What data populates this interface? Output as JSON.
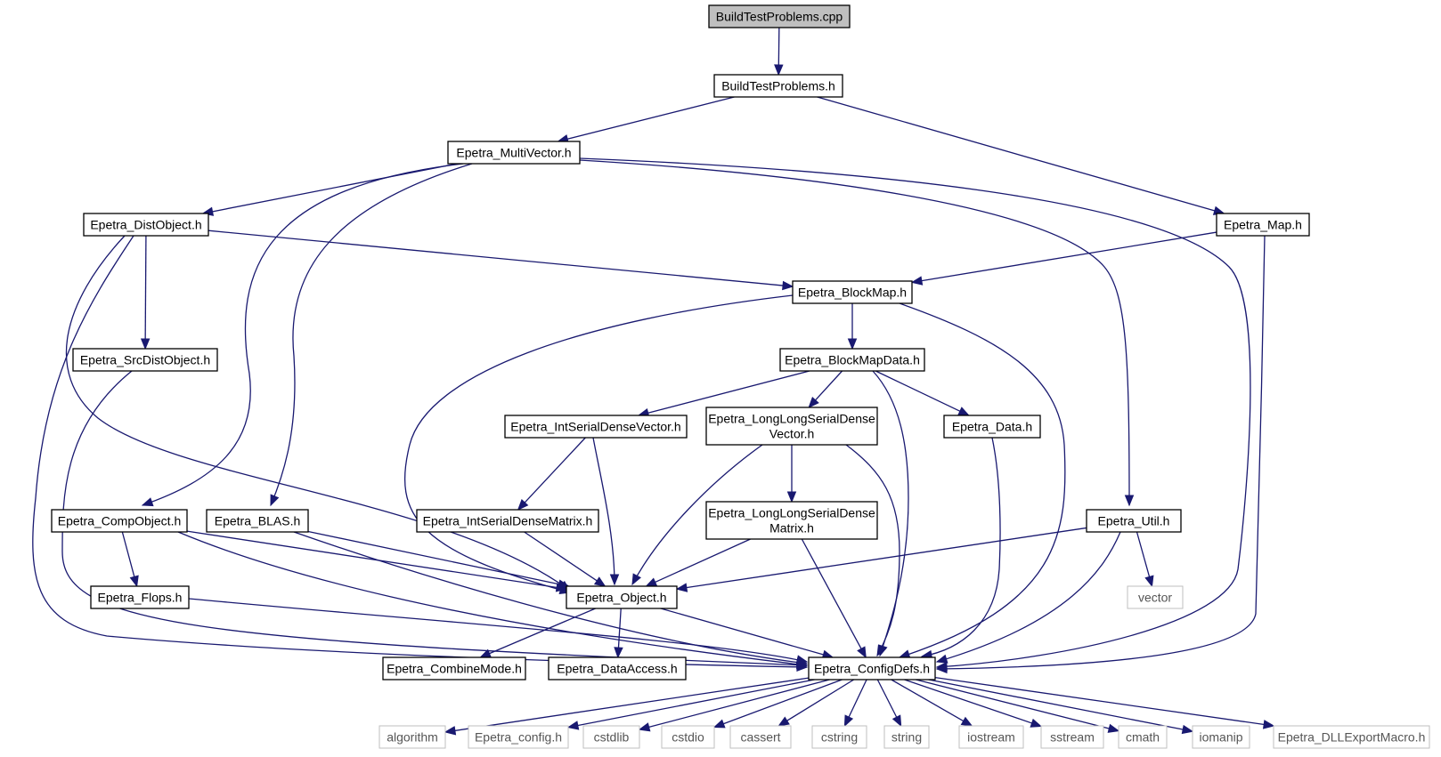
{
  "diagram": {
    "type": "include-dependency-graph",
    "colors": {
      "edge": "#191970",
      "root_fill": "#bfbfbf",
      "node_border": "#000000",
      "system_border": "#bfbfbf",
      "system_text": "#555555"
    },
    "nodes": [
      {
        "id": "n_root",
        "label": "BuildTestProblems.cpp",
        "kind": "root"
      },
      {
        "id": "n_btph",
        "label": "BuildTestProblems.h",
        "kind": "file"
      },
      {
        "id": "n_mv",
        "label": "Epetra_MultiVector.h",
        "kind": "file"
      },
      {
        "id": "n_map",
        "label": "Epetra_Map.h",
        "kind": "file"
      },
      {
        "id": "n_dist",
        "label": "Epetra_DistObject.h",
        "kind": "file"
      },
      {
        "id": "n_bmap",
        "label": "Epetra_BlockMap.h",
        "kind": "file"
      },
      {
        "id": "n_src",
        "label": "Epetra_SrcDistObject.h",
        "kind": "file"
      },
      {
        "id": "n_bmd",
        "label": "Epetra_BlockMapData.h",
        "kind": "file"
      },
      {
        "id": "n_isdv",
        "label": "Epetra_IntSerialDenseVector.h",
        "kind": "file"
      },
      {
        "id": "n_llv",
        "label": [
          "Epetra_LongLongSerialDense",
          "Vector.h"
        ],
        "kind": "file"
      },
      {
        "id": "n_data",
        "label": "Epetra_Data.h",
        "kind": "file"
      },
      {
        "id": "n_comp",
        "label": "Epetra_CompObject.h",
        "kind": "file"
      },
      {
        "id": "n_blas",
        "label": "Epetra_BLAS.h",
        "kind": "file"
      },
      {
        "id": "n_isdm",
        "label": "Epetra_IntSerialDenseMatrix.h",
        "kind": "file"
      },
      {
        "id": "n_llm",
        "label": [
          "Epetra_LongLongSerialDense",
          "Matrix.h"
        ],
        "kind": "file"
      },
      {
        "id": "n_util",
        "label": "Epetra_Util.h",
        "kind": "file"
      },
      {
        "id": "n_flops",
        "label": "Epetra_Flops.h",
        "kind": "file"
      },
      {
        "id": "n_obj",
        "label": "Epetra_Object.h",
        "kind": "file"
      },
      {
        "id": "n_vector",
        "label": "vector",
        "kind": "system"
      },
      {
        "id": "n_comb",
        "label": "Epetra_CombineMode.h",
        "kind": "file"
      },
      {
        "id": "n_acc",
        "label": "Epetra_DataAccess.h",
        "kind": "file"
      },
      {
        "id": "n_cfg",
        "label": "Epetra_ConfigDefs.h",
        "kind": "file"
      },
      {
        "id": "n_algo",
        "label": "algorithm",
        "kind": "system"
      },
      {
        "id": "n_ecfg",
        "label": "Epetra_config.h",
        "kind": "system"
      },
      {
        "id": "n_cstdlib",
        "label": "cstdlib",
        "kind": "system"
      },
      {
        "id": "n_cstdio",
        "label": "cstdio",
        "kind": "system"
      },
      {
        "id": "n_cassert",
        "label": "cassert",
        "kind": "system"
      },
      {
        "id": "n_cstring",
        "label": "cstring",
        "kind": "system"
      },
      {
        "id": "n_string",
        "label": "string",
        "kind": "system"
      },
      {
        "id": "n_iostream",
        "label": "iostream",
        "kind": "system"
      },
      {
        "id": "n_sstream",
        "label": "sstream",
        "kind": "system"
      },
      {
        "id": "n_cmath",
        "label": "cmath",
        "kind": "system"
      },
      {
        "id": "n_iomanip",
        "label": "iomanip",
        "kind": "system"
      },
      {
        "id": "n_dll",
        "label": "Epetra_DLLExportMacro.h",
        "kind": "system"
      }
    ],
    "edges": [
      [
        "n_root",
        "n_btph"
      ],
      [
        "n_btph",
        "n_mv"
      ],
      [
        "n_btph",
        "n_map"
      ],
      [
        "n_mv",
        "n_dist"
      ],
      [
        "n_mv",
        "n_comp"
      ],
      [
        "n_mv",
        "n_blas"
      ],
      [
        "n_mv",
        "n_util"
      ],
      [
        "n_mv",
        "n_cfg"
      ],
      [
        "n_map",
        "n_bmap"
      ],
      [
        "n_map",
        "n_cfg"
      ],
      [
        "n_dist",
        "n_bmap"
      ],
      [
        "n_dist",
        "n_src"
      ],
      [
        "n_dist",
        "n_obj"
      ],
      [
        "n_dist",
        "n_cfg"
      ],
      [
        "n_bmap",
        "n_obj"
      ],
      [
        "n_bmap",
        "n_bmd"
      ],
      [
        "n_bmap",
        "n_cfg"
      ],
      [
        "n_src",
        "n_cfg"
      ],
      [
        "n_bmd",
        "n_isdv"
      ],
      [
        "n_bmd",
        "n_llv"
      ],
      [
        "n_bmd",
        "n_data"
      ],
      [
        "n_bmd",
        "n_cfg"
      ],
      [
        "n_isdv",
        "n_isdm"
      ],
      [
        "n_isdv",
        "n_obj"
      ],
      [
        "n_llv",
        "n_obj"
      ],
      [
        "n_llv",
        "n_llm"
      ],
      [
        "n_llv",
        "n_cfg"
      ],
      [
        "n_data",
        "n_cfg"
      ],
      [
        "n_comp",
        "n_flops"
      ],
      [
        "n_comp",
        "n_obj"
      ],
      [
        "n_comp",
        "n_cfg"
      ],
      [
        "n_blas",
        "n_obj"
      ],
      [
        "n_blas",
        "n_cfg"
      ],
      [
        "n_isdm",
        "n_obj"
      ],
      [
        "n_llm",
        "n_obj"
      ],
      [
        "n_llm",
        "n_cfg"
      ],
      [
        "n_util",
        "n_obj"
      ],
      [
        "n_util",
        "n_vector"
      ],
      [
        "n_util",
        "n_cfg"
      ],
      [
        "n_flops",
        "n_cfg"
      ],
      [
        "n_obj",
        "n_comb"
      ],
      [
        "n_obj",
        "n_acc"
      ],
      [
        "n_obj",
        "n_cfg"
      ],
      [
        "n_cfg",
        "n_algo"
      ],
      [
        "n_cfg",
        "n_ecfg"
      ],
      [
        "n_cfg",
        "n_cstdlib"
      ],
      [
        "n_cfg",
        "n_cstdio"
      ],
      [
        "n_cfg",
        "n_cassert"
      ],
      [
        "n_cfg",
        "n_cstring"
      ],
      [
        "n_cfg",
        "n_string"
      ],
      [
        "n_cfg",
        "n_iostream"
      ],
      [
        "n_cfg",
        "n_sstream"
      ],
      [
        "n_cfg",
        "n_cmath"
      ],
      [
        "n_cfg",
        "n_iomanip"
      ],
      [
        "n_cfg",
        "n_dll"
      ]
    ]
  }
}
